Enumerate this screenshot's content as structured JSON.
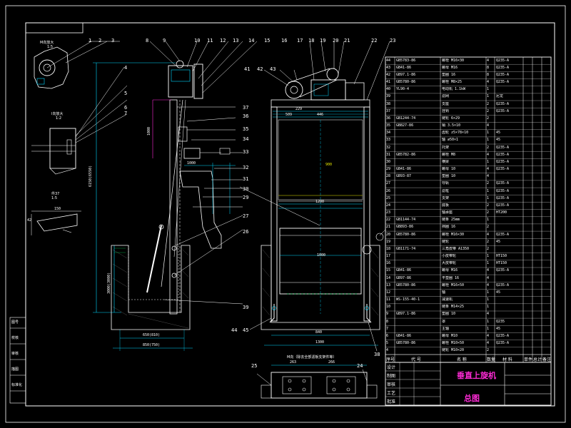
{
  "title_block": {
    "title": "垂直上旋机",
    "subtitle": "总图",
    "header": [
      "序号",
      "代 号",
      "名 称",
      "数量",
      "材 料",
      "单件",
      "总计",
      "备注"
    ]
  },
  "details": {
    "detail_a": "M向放大",
    "detail_a_scale": "1:5",
    "detail_b": "I向放大",
    "detail_b_scale": "1:2",
    "detail_c": "件37",
    "detail_c_scale": "1:5",
    "detail_m": "M向（除去全部滤板支架件等）"
  },
  "callouts_top": [
    "1",
    "2",
    "3",
    "8",
    "9",
    "10",
    "11",
    "12",
    "13",
    "14",
    "15",
    "16",
    "17",
    "18",
    "19",
    "20",
    "21",
    "22",
    "23"
  ],
  "callouts_left": [
    "4",
    "5",
    "6",
    "7"
  ],
  "callouts_mid": [
    "37",
    "36",
    "35",
    "34",
    "33",
    "32",
    "31",
    "30",
    "29",
    "27",
    "26",
    "39"
  ],
  "callouts_right": [
    "41",
    "42",
    "43"
  ],
  "callouts_bottom": [
    "44",
    "45",
    "38",
    "25",
    "24"
  ],
  "dims": {
    "total_height": "6150(6550)",
    "sub_height": "3000(3000)",
    "h1": "1000",
    "base_w1": "650(810)",
    "base_w2": "850(750)",
    "plat_w": "1000",
    "span1": "1200",
    "span2": "840",
    "span3": "1000",
    "span4": "1300",
    "top_w": "900",
    "m_w1": "263",
    "m_w2": "266",
    "d1": "509",
    "d2": "446",
    "d3": "229",
    "l37": "150",
    "b37": "42"
  },
  "bom_rows": [
    [
      "44",
      "GB5783-86",
      "螺栓 M16×30",
      "4",
      "Q235-A",
      "",
      "",
      ""
    ],
    [
      "43",
      "GB41-86",
      "螺母 M16",
      "8",
      "Q235-A",
      "",
      "",
      ""
    ],
    [
      "42",
      "GB97.1-86",
      "垫圈 16",
      "8",
      "Q235-A",
      "",
      "",
      ""
    ],
    [
      "41",
      "GB5780-86",
      "螺栓 M8×25",
      "4",
      "Q235-A",
      "",
      "",
      ""
    ],
    [
      "40",
      "YL90-4",
      "电动机 1.1kW",
      "1",
      "",
      "",
      "",
      ""
    ],
    [
      "39",
      "",
      "滤网",
      "1",
      "尼龙",
      "",
      "",
      ""
    ],
    [
      "38",
      "",
      "支座",
      "2",
      "Q235-A",
      "",
      "",
      ""
    ],
    [
      "37",
      "",
      "挂钩",
      "2",
      "Q235-A",
      "",
      "",
      ""
    ],
    [
      "36",
      "GB1244-74",
      "链轮 6×29",
      "2",
      "",
      "",
      "",
      ""
    ],
    [
      "35",
      "GB827-86",
      "销 3.5×10",
      "4",
      "",
      "",
      "",
      ""
    ],
    [
      "34",
      "",
      "齿轮 z5×78×10",
      "1",
      "45",
      "",
      "",
      ""
    ],
    [
      "33",
      "",
      "轴 ∅50×1",
      "1",
      "45",
      "",
      "",
      ""
    ],
    [
      "32",
      "",
      "托架",
      "2",
      "Q235-A",
      "",
      "",
      ""
    ],
    [
      "31",
      "GB5782-86",
      "螺栓 M8",
      "4",
      "Q235-A",
      "",
      "",
      ""
    ],
    [
      "30",
      "",
      "横梁",
      "1",
      "Q235-A",
      "",
      "",
      ""
    ],
    [
      "29",
      "GB41-86",
      "螺母 10",
      "4",
      "Q235-A",
      "",
      "",
      ""
    ],
    [
      "28",
      "GB93-87",
      "垫圈 10",
      "4",
      "",
      "",
      "",
      ""
    ],
    [
      "27",
      "",
      "导轨",
      "2",
      "Q235-A",
      "",
      "",
      ""
    ],
    [
      "26",
      "",
      "滤框",
      "1",
      "Q235-A",
      "",
      "",
      ""
    ],
    [
      "25",
      "",
      "支架",
      "1",
      "Q235-A",
      "",
      "",
      ""
    ],
    [
      "24",
      "",
      "底板",
      "2",
      "Q235-A",
      "",
      "",
      ""
    ],
    [
      "23",
      "",
      "轴承座",
      "2",
      "HT200",
      "",
      "",
      ""
    ],
    [
      "22",
      "GB1144-74",
      "链条 25mm",
      "1",
      "",
      "",
      "",
      ""
    ],
    [
      "21",
      "GB893-86",
      "挡圈 16",
      "2",
      "",
      "",
      "",
      ""
    ],
    [
      "20",
      "GB5780-86",
      "螺栓 M16×30",
      "4",
      "Q235-A",
      "",
      "",
      ""
    ],
    [
      "19",
      "",
      "链轮",
      "2",
      "45",
      "",
      "",
      ""
    ],
    [
      "18",
      "GB1171-74",
      "三角皮带 A1350",
      "2",
      "",
      "",
      "",
      ""
    ],
    [
      "17",
      "",
      "小皮带轮",
      "1",
      "HT150",
      "",
      "",
      ""
    ],
    [
      "16",
      "",
      "大皮带轮",
      "1",
      "HT150",
      "",
      "",
      ""
    ],
    [
      "15",
      "GB41-86",
      "螺母 M16",
      "4",
      "Q235-A",
      "",
      "",
      ""
    ],
    [
      "14",
      "GB97-86",
      "平垫圈 16",
      "4",
      "",
      "",
      "",
      ""
    ],
    [
      "13",
      "GB5780-86",
      "螺栓 M16×50",
      "4",
      "Q235-A",
      "",
      "",
      ""
    ],
    [
      "12",
      "",
      "轴",
      "1",
      "45",
      "",
      "",
      ""
    ],
    [
      "11",
      "WS-155-40-1",
      "减速机",
      "1",
      "",
      "",
      "",
      ""
    ],
    [
      "10",
      "",
      "链条 M14×25",
      "1",
      "",
      "",
      "",
      ""
    ],
    [
      "9",
      "GB97.1-86",
      "垫圈 10",
      "4",
      "",
      "",
      "",
      ""
    ],
    [
      "8",
      "",
      "罩",
      "1",
      "Q235",
      "",
      "",
      ""
    ],
    [
      "7",
      "",
      "主轴",
      "1",
      "45",
      "",
      "",
      ""
    ],
    [
      "6",
      "GB41-86",
      "螺母 M10",
      "4",
      "Q235-A",
      "",
      "",
      ""
    ],
    [
      "5",
      "GB5780-86",
      "螺栓 M10×50",
      "4",
      "Q235-A",
      "",
      "",
      ""
    ],
    [
      "4",
      "",
      "链轮 M10×20",
      "2",
      "",
      "",
      "",
      ""
    ]
  ],
  "left_strip": [
    "图号",
    "校核",
    "审核",
    "描图",
    "标准化"
  ],
  "bottom_block": [
    "设计",
    "制图",
    "审核",
    "工艺",
    "批准"
  ],
  "colors": {
    "background": "#000000",
    "frame": "#ffffff",
    "outline": "#ffffff",
    "magenta": "#ff2bd6",
    "cyan": "#00d8ff",
    "yellow": "#e6e600",
    "green": "#00ff66"
  }
}
